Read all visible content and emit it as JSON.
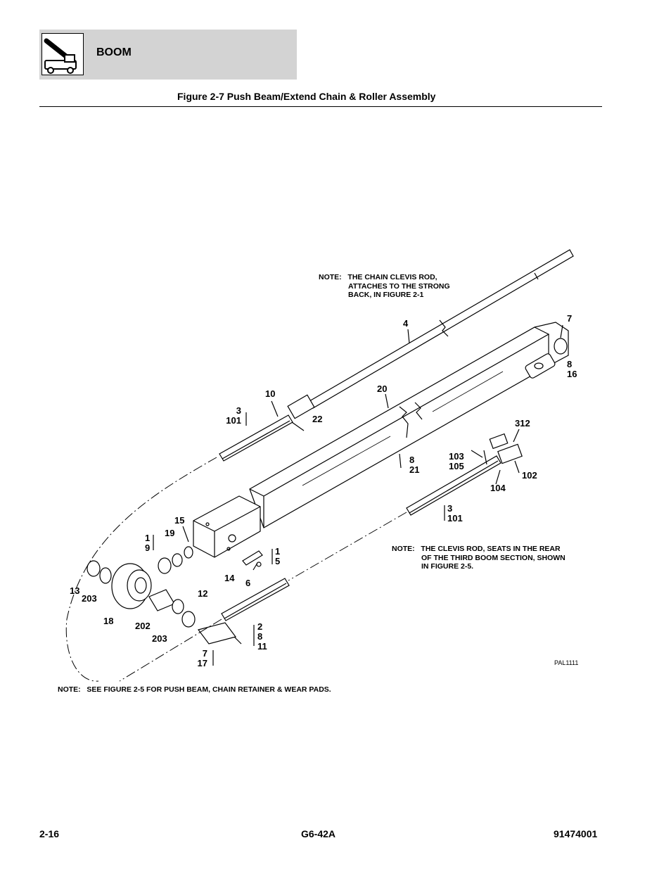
{
  "header": {
    "section_title": "BOOM",
    "logo_icon": "telehandler-boom-icon"
  },
  "figure": {
    "title": "Figure 2-7 Push Beam/Extend Chain & Roller Assembly",
    "ref_code": "PAL1111"
  },
  "notes": {
    "chain_clevis": [
      "NOTE:   THE CHAIN CLEVIS ROD,",
      "ATTACHES TO THE STRONG",
      "BACK, IN FIGURE 2-1"
    ],
    "clevis_seat": [
      "NOTE:   THE CLEVIS ROD, SEATS IN THE REAR",
      "OF THE THIRD BOOM SECTION, SHOWN",
      "IN FIGURE 2-5."
    ],
    "bottom": "NOTE:   SEE FIGURE 2-5 FOR PUSH BEAM, CHAIN RETAINER & WEAR PADS."
  },
  "callouts": {
    "c4": "4",
    "c7": "7",
    "c8_16": "8\n16",
    "c10": "10",
    "c3_101_top": "3\n101",
    "c22": "22",
    "c20": "20",
    "c312": "312",
    "c8_21": "8\n21",
    "c103_105": "103\n105",
    "c102": "102",
    "c104": "104",
    "c3_101_right": "3\n101",
    "c15": "15",
    "c19": "19",
    "c1_9": "1\n9",
    "c1_5": "1\n5",
    "c14": "14",
    "c6": "6",
    "c13": "13",
    "c203_left": "203",
    "c18": "18",
    "c202": "202",
    "c203_mid": "203",
    "c12": "12",
    "c2_8_11": "2\n8\n11",
    "c7_17": "7\n17"
  },
  "footer": {
    "page": "2-16",
    "model": "G6-42A",
    "part_number": "91474001"
  }
}
